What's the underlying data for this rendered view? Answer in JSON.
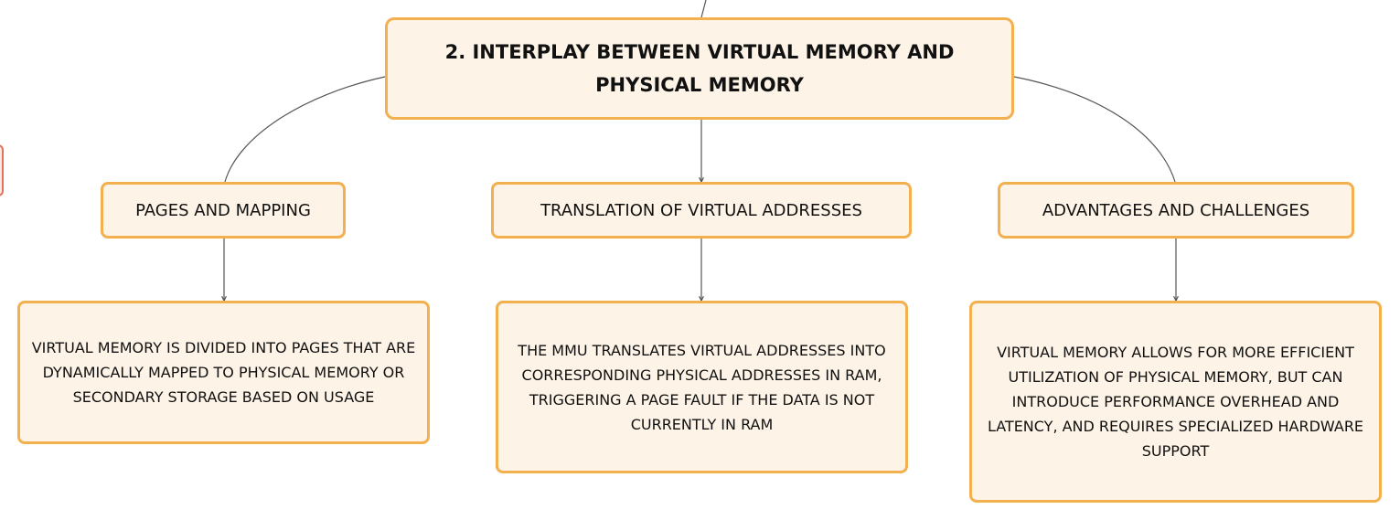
{
  "diagram": {
    "root": {
      "label": "2. INTERPLAY BETWEEN VIRTUAL MEMORY AND PHYSICAL MEMORY"
    },
    "topics": [
      {
        "label": "PAGES AND MAPPING",
        "detail": "VIRTUAL MEMORY IS DIVIDED INTO PAGES THAT ARE DYNAMICALLY MAPPED TO PHYSICAL MEMORY OR SECONDARY STORAGE BASED ON USAGE"
      },
      {
        "label": "TRANSLATION OF VIRTUAL ADDRESSES",
        "detail": "THE MMU TRANSLATES VIRTUAL ADDRESSES INTO CORRESPONDING PHYSICAL ADDRESSES IN RAM, TRIGGERING A PAGE FAULT IF THE DATA IS NOT CURRENTLY IN RAM"
      },
      {
        "label": "ADVANTAGES AND CHALLENGES",
        "detail": "VIRTUAL MEMORY ALLOWS FOR MORE EFFICIENT UTILIZATION OF PHYSICAL MEMORY, BUT CAN INTRODUCE PERFORMANCE OVERHEAD AND LATENCY, AND REQUIRES SPECIALIZED HARDWARE SUPPORT"
      }
    ]
  },
  "colors": {
    "node_fill": "#fdf3e7",
    "node_border": "#f2b04f",
    "connector": "#555555",
    "edge_tab_border": "#e1735d"
  }
}
